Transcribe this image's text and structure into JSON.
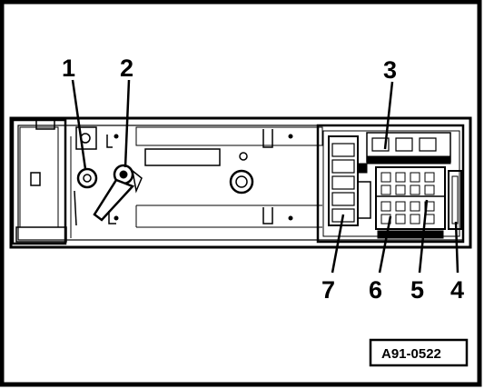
{
  "figure_code": "A91-0522",
  "callouts": [
    {
      "id": "1",
      "label": "1"
    },
    {
      "id": "2",
      "label": "2"
    },
    {
      "id": "3",
      "label": "3"
    },
    {
      "id": "4",
      "label": "4"
    },
    {
      "id": "5",
      "label": "5"
    },
    {
      "id": "6",
      "label": "6"
    },
    {
      "id": "7",
      "label": "7"
    }
  ],
  "colors": {
    "ink": "#000000",
    "paper": "#ffffff"
  }
}
